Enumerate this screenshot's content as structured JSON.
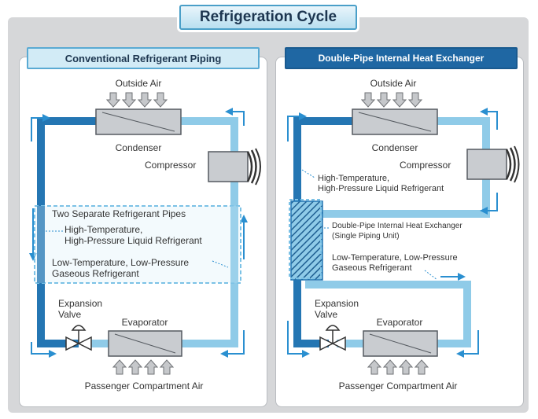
{
  "title": "Refrigeration Cycle",
  "colors": {
    "pipe_dark": "#2476b3",
    "pipe_light": "#8fcbe8",
    "arrow": "#2a8fd0",
    "frame": "#d6d7d9",
    "component": "#c9ccd0"
  },
  "left_panel": {
    "title": "Conventional Refrigerant Piping",
    "outside_air": "Outside Air",
    "condenser": "Condenser",
    "compressor": "Compressor",
    "two_pipes": "Two Separate Refrigerant Pipes",
    "hp_line1": "High-Temperature,",
    "hp_line2": "High-Pressure Liquid Refrigerant",
    "lp_line1": "Low-Temperature, Low-Pressure",
    "lp_line2": "Gaseous Refrigerant",
    "expansion1": "Expansion",
    "expansion2": "Valve",
    "evaporator": "Evaporator",
    "passenger_air": "Passenger Compartment Air"
  },
  "right_panel": {
    "title": "Double-Pipe Internal Heat Exchanger",
    "outside_air": "Outside Air",
    "condenser": "Condenser",
    "compressor": "Compressor",
    "hp_line1": "High-Temperature,",
    "hp_line2": "High-Pressure Liquid Refrigerant",
    "ihx_line1": "Double-Pipe Internal Heat Exchanger",
    "ihx_line2": "(Single Piping Unit)",
    "lp_line1": "Low-Temperature, Low-Pressure",
    "lp_line2": "Gaseous Refrigerant",
    "expansion1": "Expansion",
    "expansion2": "Valve",
    "evaporator": "Evaporator",
    "passenger_air": "Passenger Compartment Air"
  }
}
